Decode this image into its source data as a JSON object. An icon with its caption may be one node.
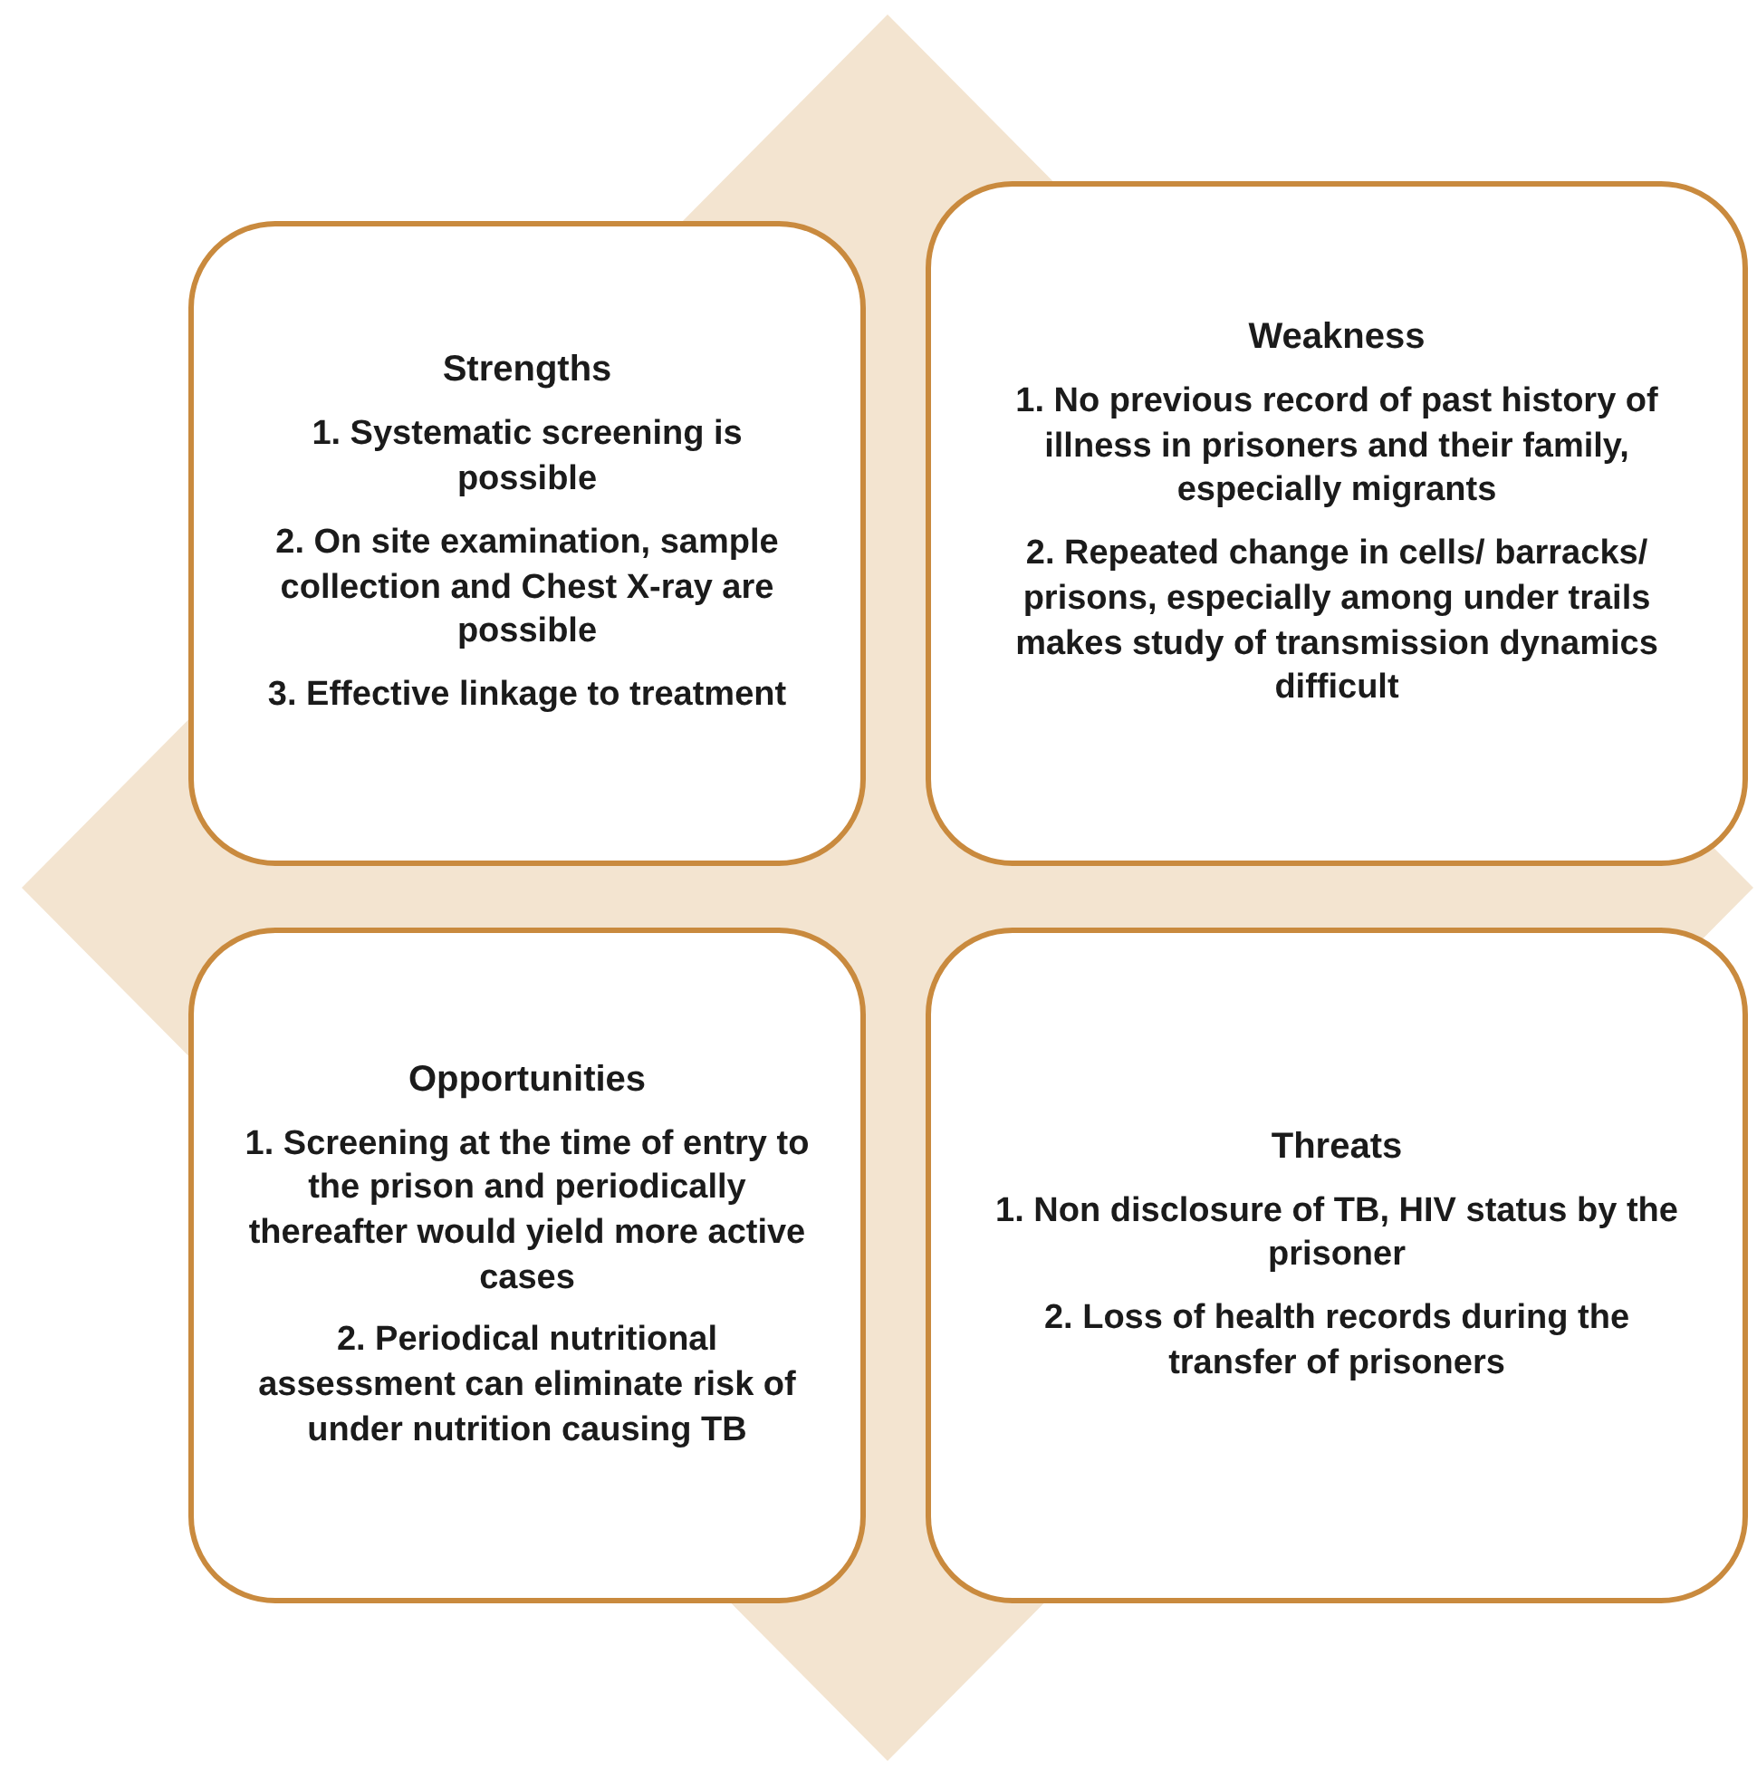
{
  "diagram": {
    "nodes": [
      {
        "text": [
          "Strengths",
          "1. Systematic screening is possible",
          "2. On site examination, sample collection and Chest X-ray are possible",
          "3. Effective linkage to treatment"
        ]
      },
      {
        "text": [
          "Weakness",
          "1. No previous record of past history of illness in prisoners and their family, especially migrants",
          "2. Repeated change in cells/ barracks/ prisons, especially among under trails makes study of transmission dynamics difficult"
        ]
      },
      {
        "text": [
          "Opportunities",
          "1. Screening at the time of entry to the prison and periodically thereafter would yield more active cases",
          "2. Periodical nutritional assessment can eliminate risk of under nutrition causing TB"
        ]
      },
      {
        "text": [
          "Threats",
          "1. Non disclosure of TB, HIV status by the prisoner",
          "2. Loss of health records during the transfer of prisoners"
        ]
      }
    ]
  }
}
